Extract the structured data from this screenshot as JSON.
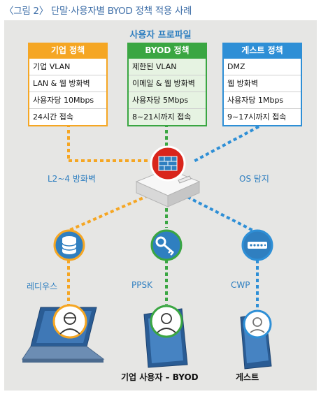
{
  "caption": "〈그림 2〉 단말·사용자별 BYOD 정책 적용 사례",
  "profile_title": "사용자 프로파일",
  "policies": [
    {
      "title": "기업 정책",
      "color": "#f5a623",
      "rows": [
        "기업 VLAN",
        "LAN & 웹 방화벽",
        "사용자당 10Mbps",
        "24시간 접속"
      ]
    },
    {
      "title": "BYOD 정책",
      "color": "#3aa642",
      "rows": [
        "제한된 VLAN",
        "이메일 & 웹 방화벽",
        "사용자당 5Mbps",
        "8~21시까지 접속"
      ]
    },
    {
      "title": "게스트 정책",
      "color": "#2e8fd6",
      "rows": [
        "DMZ",
        "웹 방화벽",
        "사용자당 1Mbps",
        "9~17시까지 접속"
      ]
    }
  ],
  "labels": {
    "firewall": "L2~4 방화벽",
    "os_detect": "OS 탐지",
    "radius": "레디우스",
    "ppsk": "PPSK",
    "cwp": "CWP"
  },
  "devices": {
    "byod_user": "기업 사용자 – BYOD",
    "guest": "게스트"
  },
  "icons": [
    "firewall-icon",
    "database-icon",
    "key-icon",
    "password-icon",
    "laptop-icon",
    "tablet-icon",
    "smartphone-icon"
  ]
}
